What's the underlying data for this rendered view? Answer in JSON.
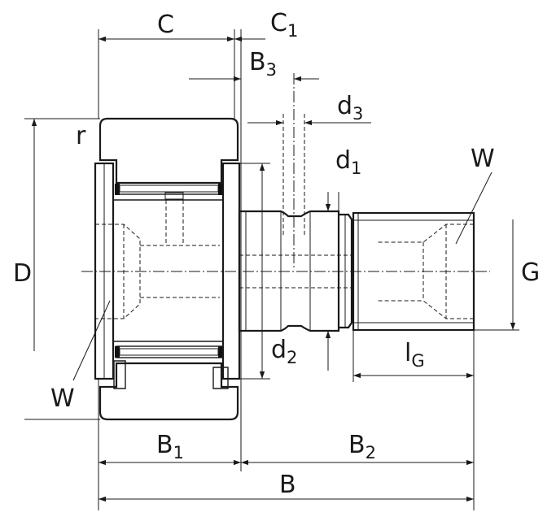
{
  "labels": {
    "C": "C",
    "C1": "C",
    "C1_sub": "1",
    "B3": "B",
    "B3_sub": "3",
    "d3": "d",
    "d3_sub": "3",
    "d1": "d",
    "d1_sub": "1",
    "d2": "d",
    "d2_sub": "2",
    "r": "r",
    "W_right": "W",
    "W_left": "W",
    "D": "D",
    "G": "G",
    "lG": "l",
    "lG_sub": "G",
    "B1": "B",
    "B1_sub": "1",
    "B2": "B",
    "B2_sub": "2",
    "B": "B"
  }
}
